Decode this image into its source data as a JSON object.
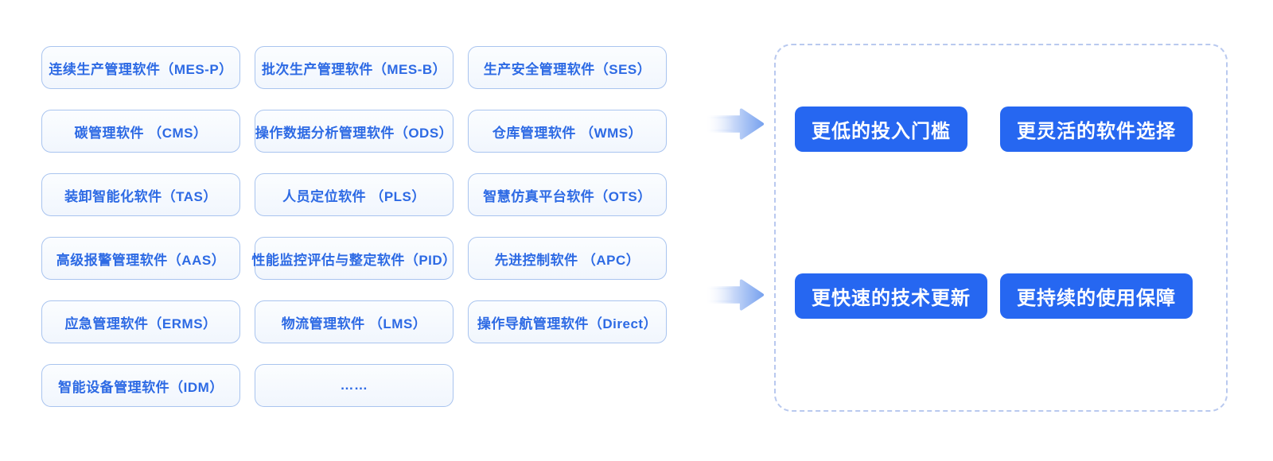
{
  "page": {
    "background": "#ffffff",
    "description_type": "software-modules-to-benefits-diagram"
  },
  "software_grid": {
    "items": [
      {
        "label": "连续生产管理软件（MES-P）"
      },
      {
        "label": "批次生产管理软件（MES-B）"
      },
      {
        "label": "生产安全管理软件（SES）"
      },
      {
        "label": "碳管理软件 （CMS）"
      },
      {
        "label": "操作数据分析管理软件（ODS）"
      },
      {
        "label": "仓库管理软件 （WMS）"
      },
      {
        "label": "装卸智能化软件（TAS）"
      },
      {
        "label": "人员定位软件 （PLS）"
      },
      {
        "label": "智慧仿真平台软件（OTS）"
      },
      {
        "label": "高级报警管理软件（AAS）"
      },
      {
        "label": "性能监控评估与整定软件（PID）"
      },
      {
        "label": "先进控制软件 （APC）"
      },
      {
        "label": "应急管理软件（ERMS）"
      },
      {
        "label": "物流管理软件 （LMS）"
      },
      {
        "label": "操作导航管理软件（Direct）"
      },
      {
        "label": "智能设备管理软件（IDM）"
      },
      {
        "label": "……"
      }
    ]
  },
  "benefits": {
    "items": [
      {
        "label": "更低的投入门槛"
      },
      {
        "label": "更灵活的软件选择"
      },
      {
        "label": "更快速的技术更新"
      },
      {
        "label": "更持续的使用保障"
      }
    ]
  },
  "icons": {
    "arrow_right": "gradient-right-arrow"
  },
  "colors": {
    "module_box_border": "#a9c4ef",
    "module_box_background": "#f5f9fe",
    "module_box_text": "#2d6ae4",
    "benefit_badge_background": "#2667f1",
    "benefit_badge_text": "#ffffff",
    "panel_dashed_border": "#b9c9ef",
    "arrow_gradient_end": "#7ba4ef"
  }
}
